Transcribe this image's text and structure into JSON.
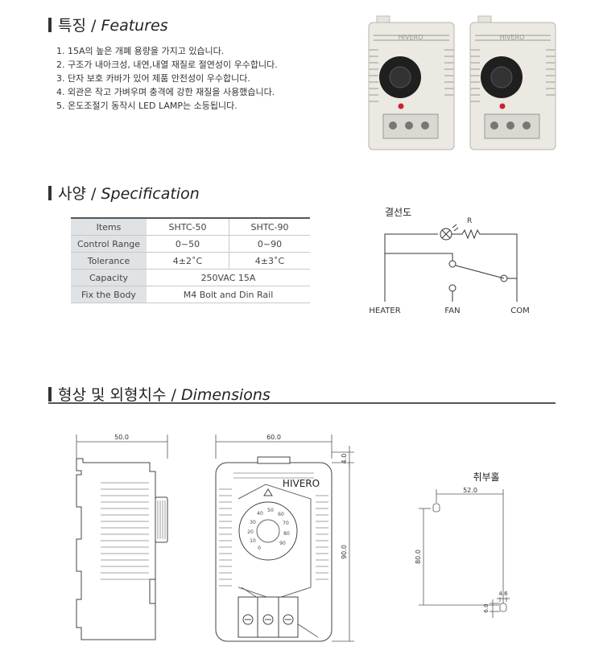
{
  "features": {
    "title_ko": "특징",
    "title_en": "Features",
    "items": [
      "1. 15A의 높은 개폐 용량을 가지고 있습니다.",
      "2. 구조가 내아크성, 내연,내열 재질로 절연성이 우수합니다.",
      "3. 단자 보호 카바가 있어 제품 안전성이 우수합니다.",
      "4. 외관은 작고 가벼우며 충격에 강한 재질을 사용했습니다.",
      "5. 온도조절기 동작시 LED LAMP는 소등됩니다."
    ]
  },
  "product_photo": {
    "brand": "HIVERO"
  },
  "specification": {
    "title_ko": "사양",
    "title_en": "Specification",
    "columns": [
      "Items",
      "SHTC-50",
      "SHTC-90"
    ],
    "rows": [
      {
        "label": "Control Range",
        "v1": "0~50",
        "v2": "0~90"
      },
      {
        "label": "Tolerance",
        "v1": "4±2˚C",
        "v2": "4±3˚C"
      },
      {
        "label": "Capacity",
        "span": "250VAC 15A"
      },
      {
        "label": "Fix the Body",
        "span": "M4 Bolt and Din Rail"
      }
    ]
  },
  "wiring": {
    "title": "결선도",
    "r_label": "R",
    "heater": "HEATER",
    "fan": "FAN",
    "com": "COM"
  },
  "dimensions": {
    "title_ko": "형상 및 외형치수",
    "title_en": "Dimensions",
    "side_width": "50.0",
    "front_width": "60.0",
    "top_offset": "4.0",
    "height": "90.0",
    "brand": "HIVERO",
    "dial_numbers": [
      "0",
      "10",
      "20",
      "30",
      "40",
      "50",
      "60",
      "70",
      "80",
      "90"
    ],
    "mount_title": "취부홀",
    "mount_width": "52.0",
    "mount_height": "80.0",
    "mount_hole_w": "4.6",
    "mount_hole_h": "6.0"
  }
}
